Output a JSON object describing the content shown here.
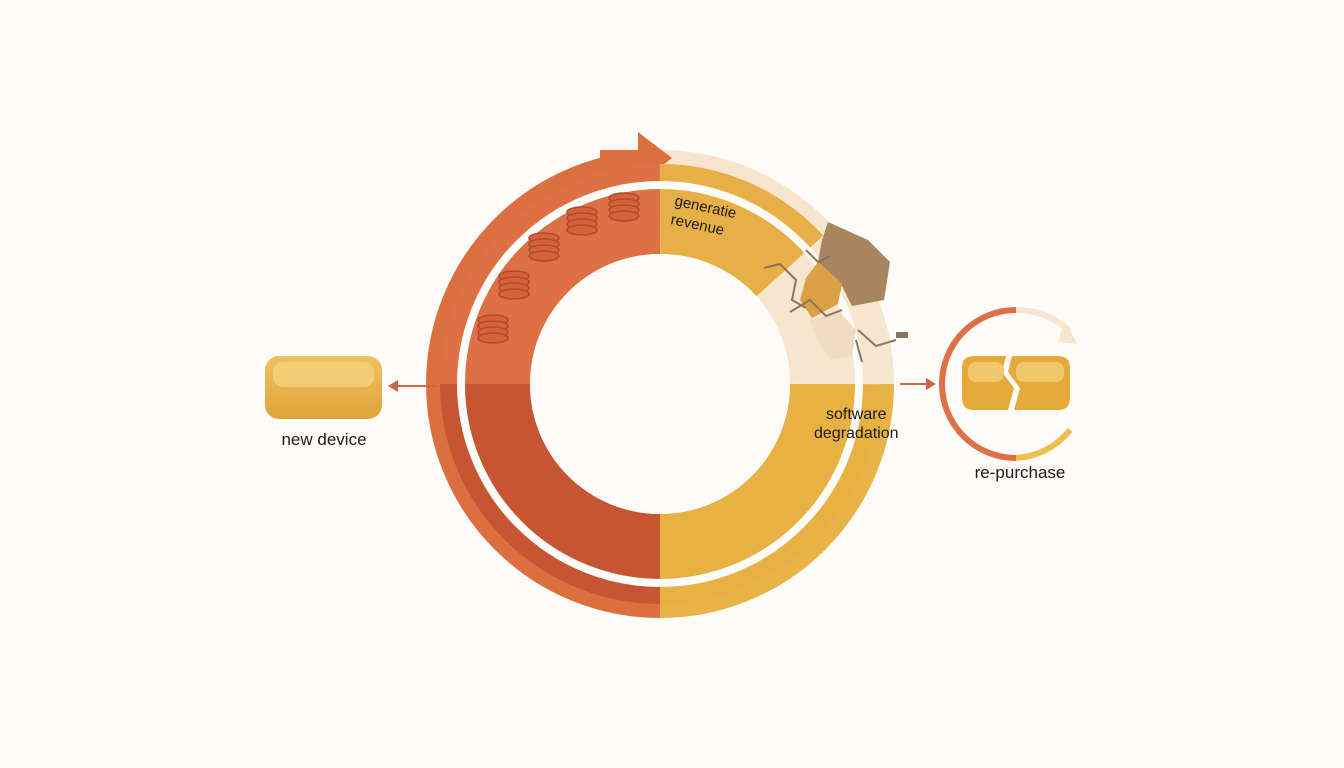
{
  "diagram": {
    "labels": {
      "generate": [
        "generatie",
        "revenue"
      ],
      "degradation": [
        "software",
        "degradation"
      ],
      "new_device": "new device",
      "repurchase": "re-purchase"
    },
    "colors": {
      "background": "#fdfcf8",
      "orange": "#dc6f40",
      "orange_dark": "#c5552f",
      "gold": "#e7b14a",
      "gold_light": "#edc04e",
      "pale": "#f7e7d2",
      "crack": "#a98663",
      "arrow": "#c96a45",
      "text": "#1f1a14"
    },
    "icons": [
      "coin-stack-icon",
      "broken-arc-icon",
      "device-icon",
      "broken-device-icon",
      "cycle-arrow-icon"
    ]
  }
}
